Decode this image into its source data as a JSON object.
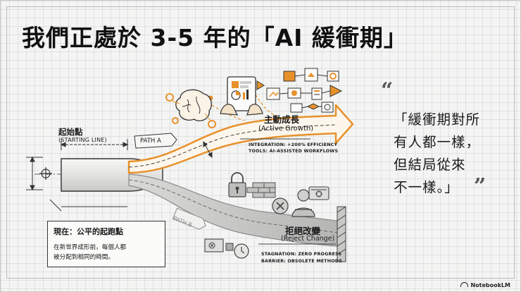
{
  "title": "我們正處於 3-5 年的「AI 緩衝期」",
  "start": {
    "label": "起始點",
    "sublabel": "(STARTING LINE)"
  },
  "path_a": {
    "tag": "PATH A",
    "label": "主動成長",
    "sublabel": "(Active Growth)",
    "line1": "INTEGRATION: +200% EFFICIENCY",
    "line2": "TOOLS: AI-ASSISTED WORKFLOWS"
  },
  "path_b": {
    "tag": "PATH B",
    "label": "拒絕改變",
    "sublabel": "(Reject Change)",
    "line1": "STAGNATION: ZERO PROGRESS",
    "line2": "BARRIER: OBSOLETE METHODS"
  },
  "note": {
    "title": "現在：公平的起跑點",
    "line1": "在新世界成形前，每個人都",
    "line2": "被分配到相同的時間。"
  },
  "quote": {
    "open_mark": "“",
    "close_mark": "”",
    "lines": [
      "「緩衝期對所",
      "有人都一樣，",
      "但結局從來",
      "不一樣。」"
    ]
  },
  "watermark": "NotebookLM",
  "colors": {
    "accent_orange": "#e8912b",
    "ink": "#2b2b2b",
    "muted_gray": "#9a9a9a"
  },
  "icons": [
    "brain-gear-icon",
    "tablet-chart-icon",
    "workflow-icon",
    "lock-icon",
    "brick-wall-icon",
    "error-screen-icon",
    "frustrated-person-icon",
    "broken-computer-icon",
    "clock-icon"
  ]
}
